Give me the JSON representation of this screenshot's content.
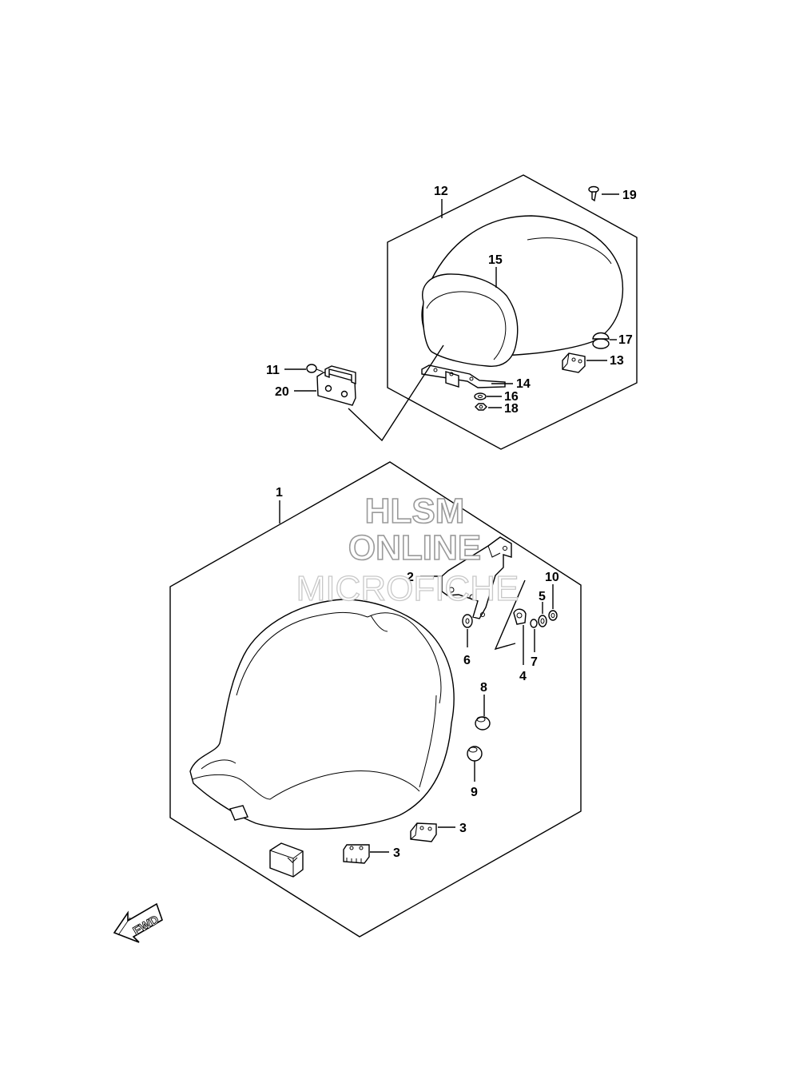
{
  "watermark": {
    "line1": "HLSM",
    "line2": "ONLINE",
    "line3": "MICROFICHE"
  },
  "direction_arrow": {
    "label": "FWD",
    "icon": "fwd-arrow-icon"
  },
  "callouts": {
    "p1": "1",
    "p2": "2",
    "p3a": "3",
    "p3b": "3",
    "p4": "4",
    "p5": "5",
    "p6": "6",
    "p7": "7",
    "p8": "8",
    "p9": "9",
    "p10": "10",
    "p11": "11",
    "p12": "12",
    "p13": "13",
    "p14": "14",
    "p15": "15",
    "p16": "16",
    "p17": "17",
    "p18": "18",
    "p19": "19",
    "p20": "20"
  }
}
